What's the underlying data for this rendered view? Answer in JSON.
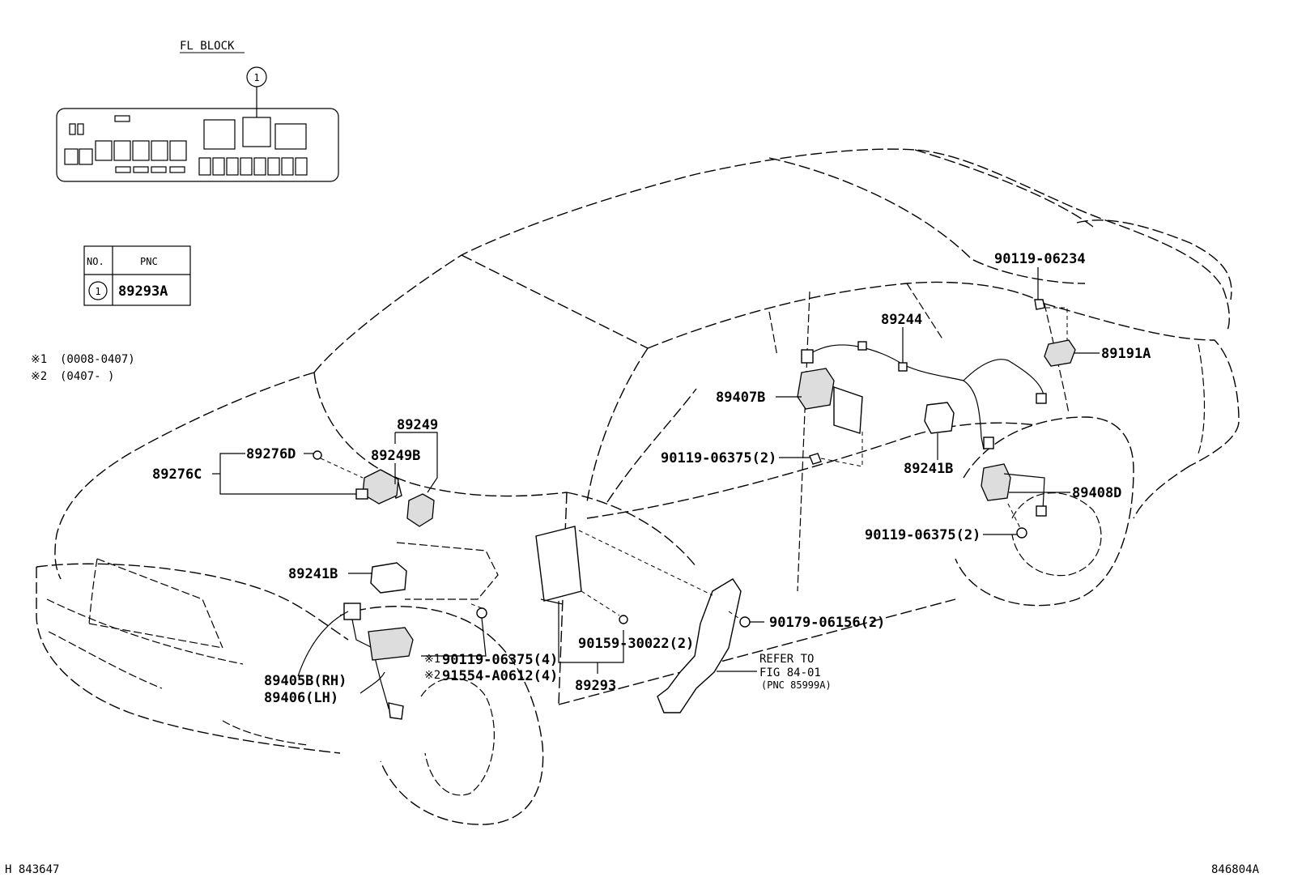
{
  "fl_block": {
    "title": "FL BLOCK",
    "callout": "1"
  },
  "pnc_table": {
    "headers": [
      "NO.",
      "PNC"
    ],
    "rows": [
      {
        "no": "1",
        "pnc": "89293A"
      }
    ]
  },
  "notes": [
    {
      "mark": "※1",
      "text": "(0008-0407)"
    },
    {
      "mark": "※2",
      "text": "(0407-      )"
    }
  ],
  "parts": {
    "p89249": "89249",
    "p89276D": "89276D",
    "p89249B": "89249B",
    "p89276C": "89276C",
    "p89241B_front": "89241B",
    "p89405B": "89405B(RH)",
    "p89406": "89406(LH)",
    "bolt_front_1": "90119-06375(4)",
    "bolt_front_2": "91554-A0612(4)",
    "bolt_front_mark1": "※1",
    "bolt_front_mark2": "※2",
    "p90159": "90159-30022(2)",
    "p89293": "89293",
    "p90179": "90179-06156(2)",
    "refer_1": "REFER TO",
    "refer_2": "FIG 84-01",
    "refer_3": "(PNC 85999A)",
    "p89244": "89244",
    "p89407B": "89407B",
    "bolt_mid": "90119-06375(2)",
    "p89241B_rear": "89241B",
    "p90119_06234": "90119-06234",
    "p89191A": "89191A",
    "p89408D": "89408D",
    "bolt_rear": "90119-06375(2)"
  },
  "footer": {
    "left_code": "H 843647",
    "right_code": "846804A"
  }
}
